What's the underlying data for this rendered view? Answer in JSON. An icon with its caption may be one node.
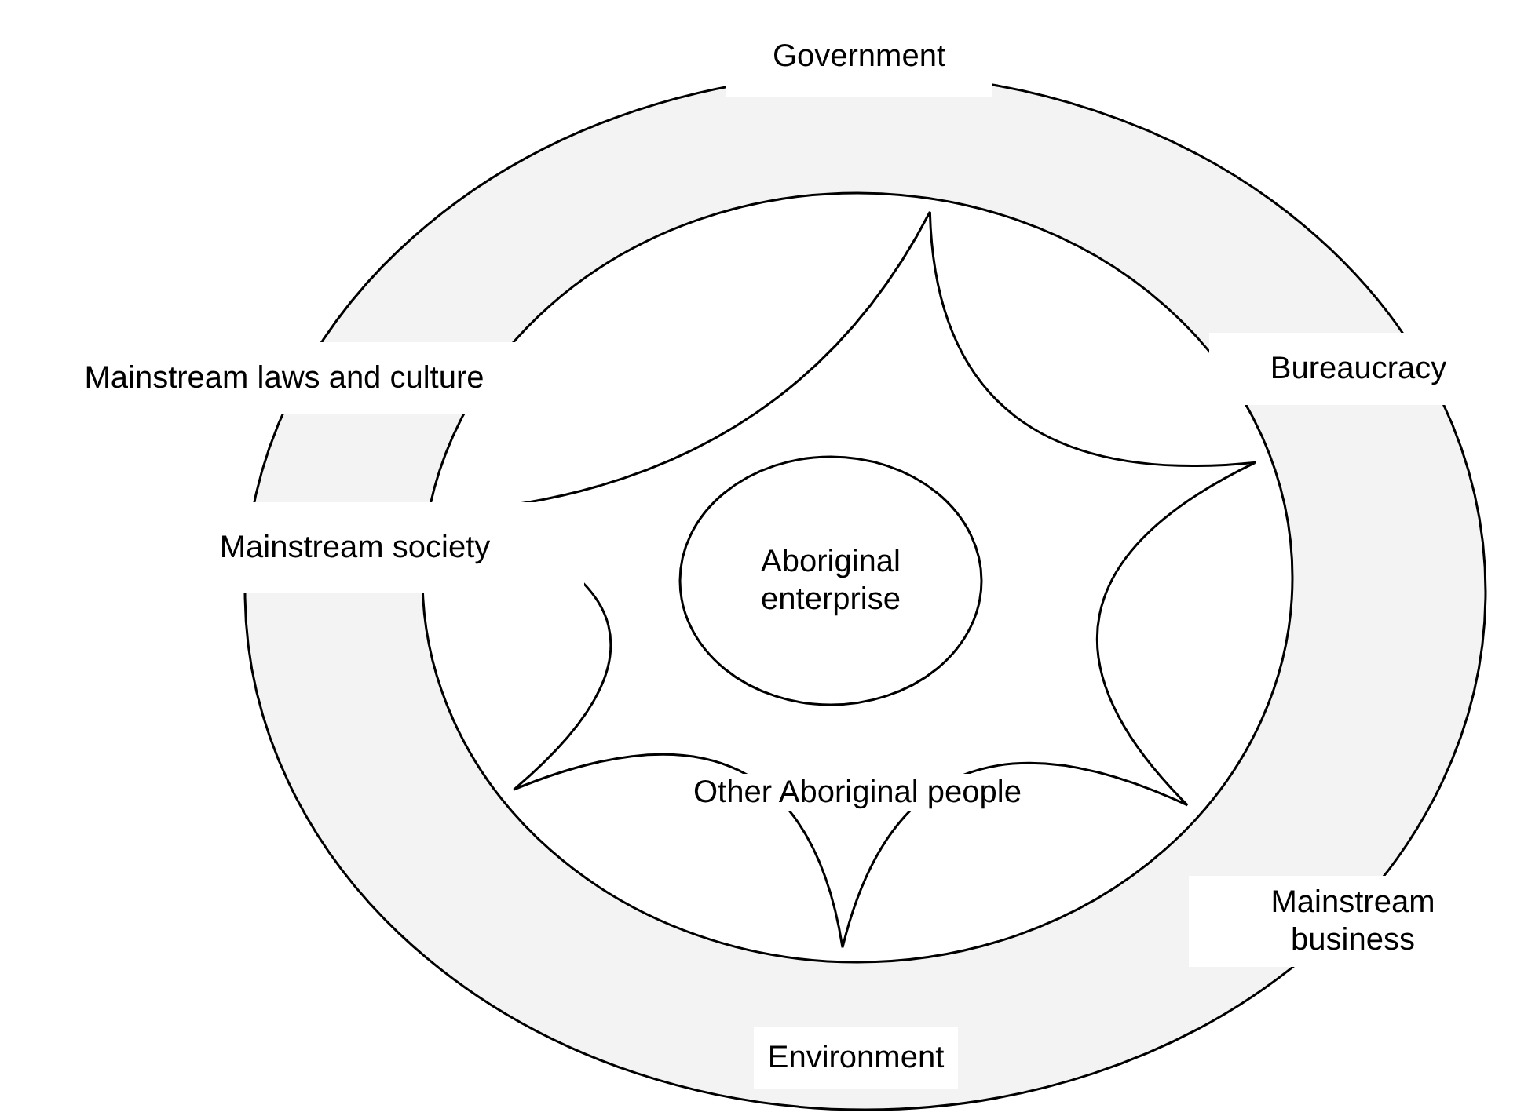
{
  "diagram": {
    "nodes": [
      {
        "text": [],
        "shape": "circle"
      },
      {
        "text": [
          "Government"
        ]
      },
      {
        "text": [
          "Mainstream laws and culture"
        ]
      },
      {
        "text": [
          "Bureaucracy"
        ]
      },
      {
        "text": [],
        "shape": "circle",
        "in": 0
      },
      {
        "text": [
          "Other Aboriginal people"
        ],
        "in": 4
      },
      {
        "text": [
          "Aboriginal enterprise"
        ],
        "in": 5
      },
      {
        "text": [
          "Mainstream society"
        ]
      },
      {
        "text": [
          "Mainstream business"
        ]
      },
      {
        "text": [
          "Environment"
        ],
        "in": 0
      }
    ]
  }
}
